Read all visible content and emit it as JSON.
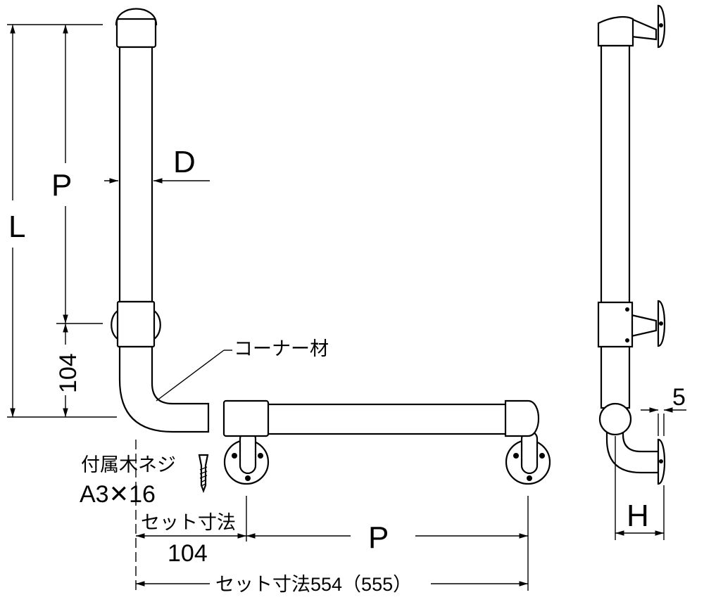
{
  "labels": {
    "L": "L",
    "P_vertical": "P",
    "D": "D",
    "vertical_offset": "104",
    "corner_piece": "コーナー材",
    "screw_name": "付属木ネジ",
    "screw_spec": "A3✕16",
    "set_dim_label": "セット寸法",
    "horizontal_offset": "104",
    "P_horizontal": "P",
    "total_dim": "セット寸法554（555）",
    "gap": "5",
    "H": "H"
  }
}
